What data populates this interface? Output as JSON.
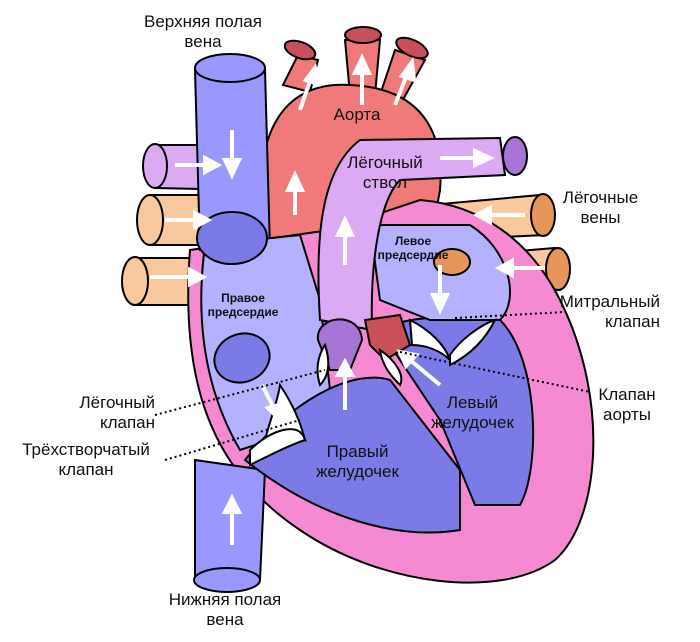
{
  "labels": {
    "svc": "Верхняя полая вена",
    "ivc": "Нижняя полая вена",
    "aorta": "Аорта",
    "pulm_trunk": "Лёгочный ствол",
    "pulm_veins": "Лёгочные вены",
    "left_atrium": "Левое предсердие",
    "right_atrium": "Правое предсердие",
    "mitral": "Митральный клапан",
    "aortic_valve": "Клапан аорты",
    "pulm_valve": "Лёгочный клапан",
    "tricuspid": "Трёхстворчатый клапан",
    "left_ventricle": "Левый желудочек",
    "right_ventricle": "Правый желудочек"
  },
  "colors": {
    "vena_cava": "#9a98ff",
    "right_atrium": "#b4b2ff",
    "right_ventricle": "#7c7ae6",
    "aorta": "#f07a7a",
    "pulmonary_artery": "#dcaaf5",
    "pulmonary_veins": "#f9c99d",
    "left_atrium": "#b4b2ff",
    "myocardium": "#f58ad2",
    "valve": "#ffffff",
    "arrow": "#ffffff"
  }
}
